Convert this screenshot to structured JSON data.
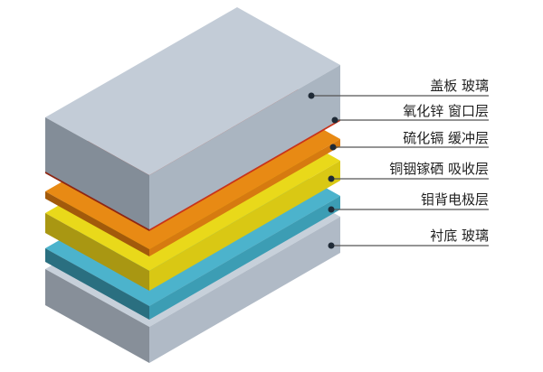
{
  "diagram": {
    "title": "",
    "layers": [
      {
        "id": "cover-glass",
        "label": "盖板 玻璃",
        "top": "#c3ccd7",
        "front": "#aab5c1",
        "side": "#838d98"
      },
      {
        "id": "zno-window",
        "label": "氧化锌 窗口层",
        "top": "#d93a17",
        "front": "#c8331a",
        "side": "#8e2512"
      },
      {
        "id": "cds-buffer",
        "label": "硫化镉 缓冲层",
        "top": "#e88a14",
        "front": "#d67a10",
        "side": "#a25a0b"
      },
      {
        "id": "cigs-absorber",
        "label": "铜铟镓硒 吸收层",
        "top": "#e9d91a",
        "front": "#d9c814",
        "side": "#a99712"
      },
      {
        "id": "mo-back-electrode",
        "label": "钼背电极层",
        "top": "#4cb3cc",
        "front": "#3c9db4",
        "side": "#2a6f80"
      },
      {
        "id": "substrate-glass",
        "label": "衬底 玻璃",
        "top": "#c7d0da",
        "front": "#b0bac6",
        "side": "#878f99"
      }
    ],
    "leader_line_color": "#555555",
    "dot_color": "#1f2a36"
  }
}
